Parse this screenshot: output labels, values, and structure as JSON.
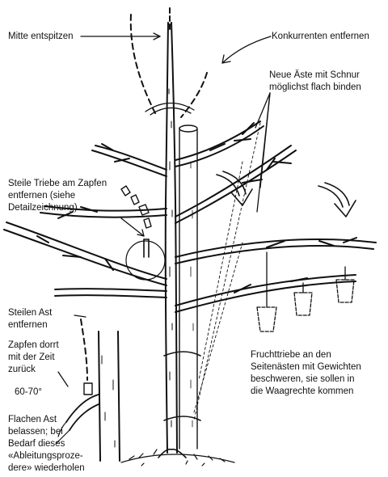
{
  "labels": {
    "mitte": "Mitte entspitzen",
    "konkurrenten": "Konkurrenten entfernen",
    "neue_aeste": [
      "Neue Äste mit Schnur",
      "möglichst flach binden"
    ],
    "steile_triebe": [
      "Steile Triebe am Zapfen",
      "entfernen (siehe",
      "Detailzeichnung)"
    ],
    "steilen_ast": [
      "Steilen Ast",
      "entfernen"
    ],
    "zapfen": [
      "Zapfen dorrt",
      "mit der Zeit",
      "zurück"
    ],
    "angle": "60-70°",
    "flachen_ast": [
      "Flachen Ast",
      "belassen; bei",
      "Bedarf dieses",
      "«Ableitungsproze-",
      "dere» wiederholen"
    ],
    "fruchttriebe": [
      "Fruchttriebe an den",
      "Seitenästen mit Gewichten",
      "beschweren, sie sollen in",
      "die Waagrechte kommen"
    ]
  },
  "colors": {
    "ink": "#111111",
    "paper": "#ffffff"
  }
}
